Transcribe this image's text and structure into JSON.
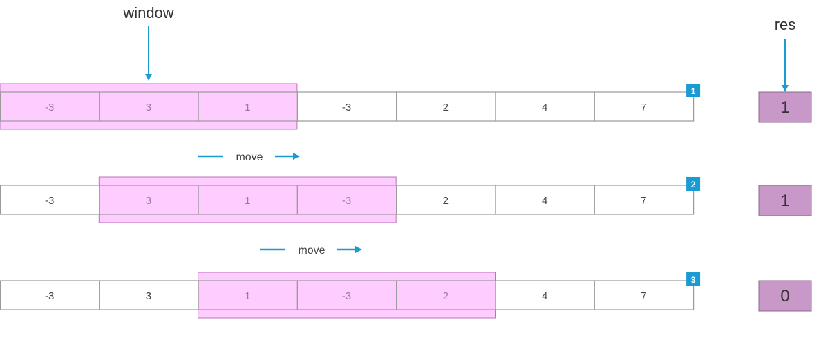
{
  "top_label": "window",
  "res_label": "res",
  "move_label": "move",
  "colors": {
    "window_fill": "#ffccff",
    "window_stroke": "#b07ab0",
    "cell_stroke": "#9a9a9a",
    "arrow": "#1a9bd1",
    "badge": "#1a9bd1",
    "res_fill": "#c898c8",
    "res_stroke": "#8c6a8c"
  },
  "rows": [
    {
      "cells": [
        "-3",
        "3",
        "1",
        "-3",
        "2",
        "4",
        "7"
      ],
      "window_start": 0,
      "window_size": 3,
      "step": "1",
      "res": "1"
    },
    {
      "cells": [
        "-3",
        "3",
        "1",
        "-3",
        "2",
        "4",
        "7"
      ],
      "window_start": 1,
      "window_size": 3,
      "step": "2",
      "res": "1"
    },
    {
      "cells": [
        "-3",
        "3",
        "1",
        "-3",
        "2",
        "4",
        "7"
      ],
      "window_start": 2,
      "window_size": 3,
      "step": "3",
      "res": "0"
    }
  ]
}
